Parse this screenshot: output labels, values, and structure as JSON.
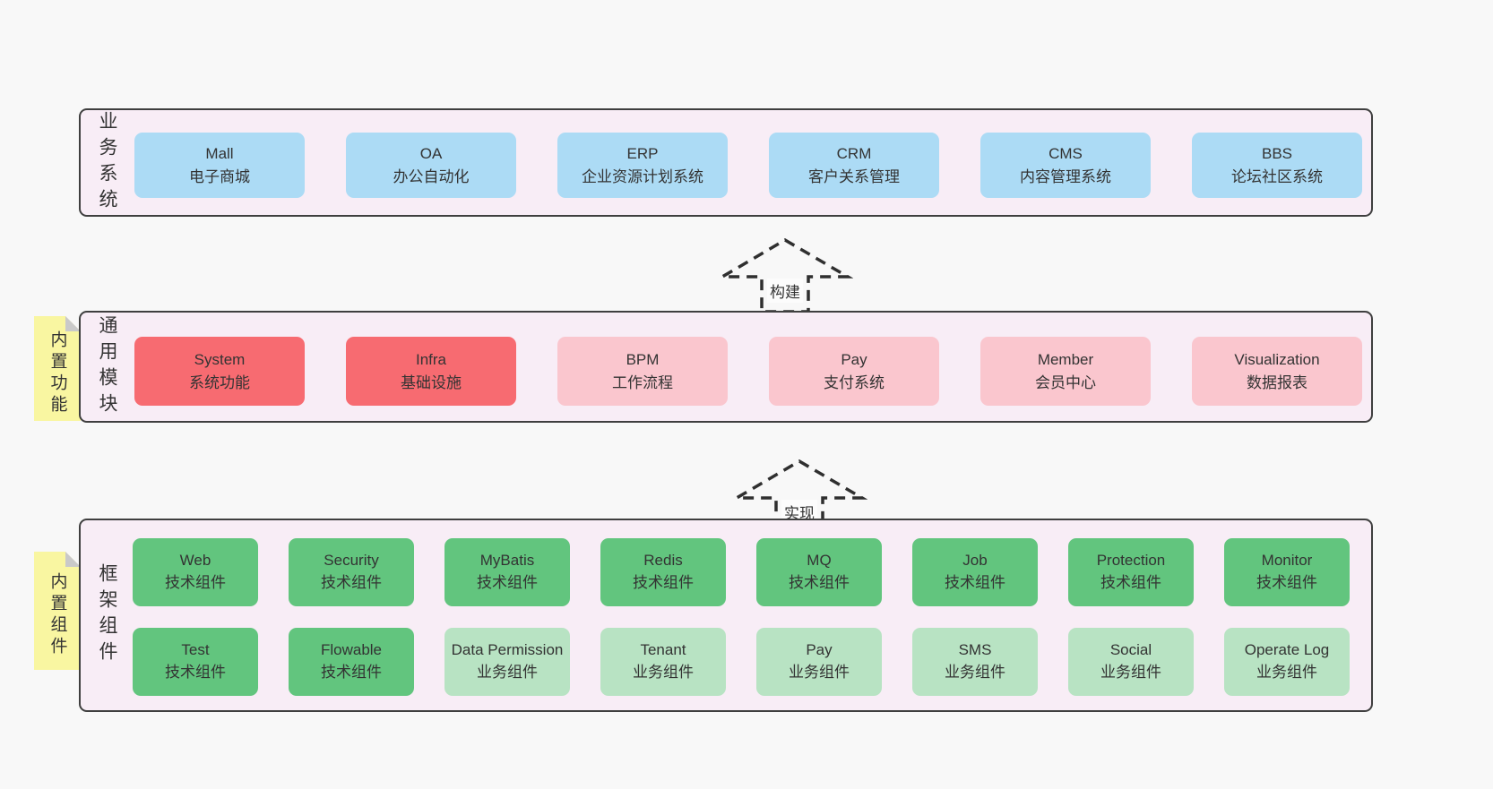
{
  "colors": {
    "page_bg": "#f8f8f8",
    "panel_bg": "#f8edf6",
    "panel_border": "#3f3f3f",
    "blue": "#acdbf5",
    "red": "#f76b71",
    "pink": "#fac6ce",
    "green_dark": "#62c57e",
    "green_light": "#b8e3c3",
    "sticky_yellow": "#f9f6a1",
    "text": "#333333"
  },
  "sections": [
    {
      "label": "业务系统",
      "boxes": [
        {
          "title": "Mall",
          "subtitle": "电子商城",
          "variant": "blue"
        },
        {
          "title": "OA",
          "subtitle": "办公自动化",
          "variant": "blue"
        },
        {
          "title": "ERP",
          "subtitle": "企业资源计划系统",
          "variant": "blue"
        },
        {
          "title": "CRM",
          "subtitle": "客户关系管理",
          "variant": "blue"
        },
        {
          "title": "CMS",
          "subtitle": "内容管理系统",
          "variant": "blue"
        },
        {
          "title": "BBS",
          "subtitle": "论坛社区系统",
          "variant": "blue"
        }
      ]
    },
    {
      "label": "通用模块",
      "sticky": "内置功能",
      "boxes": [
        {
          "title": "System",
          "subtitle": "系统功能",
          "variant": "red"
        },
        {
          "title": "Infra",
          "subtitle": "基础设施",
          "variant": "red"
        },
        {
          "title": "BPM",
          "subtitle": "工作流程",
          "variant": "pink"
        },
        {
          "title": "Pay",
          "subtitle": "支付系统",
          "variant": "pink"
        },
        {
          "title": "Member",
          "subtitle": "会员中心",
          "variant": "pink"
        },
        {
          "title": "Visualization",
          "subtitle": "数据报表",
          "variant": "pink"
        }
      ]
    },
    {
      "label": "框架组件",
      "sticky": "内置组件",
      "rows": [
        [
          {
            "title": "Web",
            "subtitle": "技术组件",
            "variant": "green_dark"
          },
          {
            "title": "Security",
            "subtitle": "技术组件",
            "variant": "green_dark"
          },
          {
            "title": "MyBatis",
            "subtitle": "技术组件",
            "variant": "green_dark"
          },
          {
            "title": "Redis",
            "subtitle": "技术组件",
            "variant": "green_dark"
          },
          {
            "title": "MQ",
            "subtitle": "技术组件",
            "variant": "green_dark"
          },
          {
            "title": "Job",
            "subtitle": "技术组件",
            "variant": "green_dark"
          },
          {
            "title": "Protection",
            "subtitle": "技术组件",
            "variant": "green_dark"
          },
          {
            "title": "Monitor",
            "subtitle": "技术组件",
            "variant": "green_dark"
          }
        ],
        [
          {
            "title": "Test",
            "subtitle": "技术组件",
            "variant": "green_dark"
          },
          {
            "title": "Flowable",
            "subtitle": "技术组件",
            "variant": "green_dark"
          },
          {
            "title": "Data Permission",
            "subtitle": "业务组件",
            "variant": "green_light"
          },
          {
            "title": "Tenant",
            "subtitle": "业务组件",
            "variant": "green_light"
          },
          {
            "title": "Pay",
            "subtitle": "业务组件",
            "variant": "green_light"
          },
          {
            "title": "SMS",
            "subtitle": "业务组件",
            "variant": "green_light"
          },
          {
            "title": "Social",
            "subtitle": "业务组件",
            "variant": "green_light"
          },
          {
            "title": "Operate Log",
            "subtitle": "业务组件",
            "variant": "green_light"
          }
        ]
      ]
    }
  ],
  "arrows": [
    {
      "label": "构建"
    },
    {
      "label": "实现"
    }
  ]
}
